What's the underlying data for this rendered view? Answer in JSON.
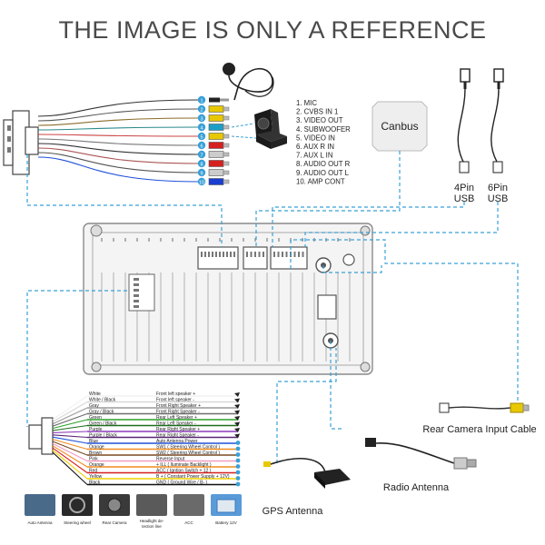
{
  "header": {
    "title": "THE IMAGE IS ONLY A REFERENCE"
  },
  "top_connectors": [
    {
      "num": "1",
      "label": "MIC",
      "color": "#222222"
    },
    {
      "num": "2",
      "label": "CVBS IN 1",
      "color": "#e8c800"
    },
    {
      "num": "3",
      "label": "VIDEO OUT",
      "color": "#e8c800"
    },
    {
      "num": "4",
      "label": "SUBWOOFER",
      "color": "#1aa0c8"
    },
    {
      "num": "5",
      "label": "VIDEO IN",
      "color": "#e8c800"
    },
    {
      "num": "6",
      "label": "AUX R IN",
      "color": "#d62020"
    },
    {
      "num": "7",
      "label": "AUX L IN",
      "color": "#cccccc"
    },
    {
      "num": "8",
      "label": "AUDIO OUT R",
      "color": "#d62020"
    },
    {
      "num": "9",
      "label": "AUDIO OUT L",
      "color": "#cccccc"
    },
    {
      "num": "10",
      "label": "AMP CONT",
      "color": "#1a3ed0"
    }
  ],
  "canbus": {
    "label": "Canbus"
  },
  "usb": [
    {
      "label": "4Pin\nUSB",
      "line1": "4Pin",
      "line2": "USB"
    },
    {
      "label": "6Pin\nUSB",
      "line1": "6Pin",
      "line2": "USB"
    }
  ],
  "harness": [
    {
      "color_name": "White",
      "function": "Front left speaker +",
      "color": "#f2f2f2"
    },
    {
      "color_name": "White / Black",
      "function": "Front left speaker -",
      "color": "#d8d8d8"
    },
    {
      "color_name": "Gray",
      "function": "Front Right Speaker +",
      "color": "#9a9a9a"
    },
    {
      "color_name": "Gray / Black",
      "function": "Front Right Speaker -",
      "color": "#6e6e6e"
    },
    {
      "color_name": "Green",
      "function": "Rear Left Speaker +",
      "color": "#2aa02a"
    },
    {
      "color_name": "Green / Black",
      "function": "Rear Left Speaker -",
      "color": "#1f6e1f"
    },
    {
      "color_name": "Purple",
      "function": "Rear Right Speaker +",
      "color": "#8a3ab8"
    },
    {
      "color_name": "Purple / Black",
      "function": "Rear Right Speaker -",
      "color": "#5a2478"
    },
    {
      "color_name": "Blue",
      "function": "Auto Antenna Power",
      "color": "#2050d8"
    },
    {
      "color_name": "Orange",
      "function": "SW1 ( Steering Wheel Control )",
      "color": "#f08c1e"
    },
    {
      "color_name": "Brown",
      "function": "SW2 ( Steering Wheel Control )",
      "color": "#7a4a22"
    },
    {
      "color_name": "Pink",
      "function": "Reverse Input",
      "color": "#f29cc0"
    },
    {
      "color_name": "Orange",
      "function": "+ ILL ( Iluminate Backlight )",
      "color": "#f08c1e"
    },
    {
      "color_name": "Red",
      "function": "ACC ( Igntion Switch + 12 )",
      "color": "#d62020"
    },
    {
      "color_name": "Yellow",
      "function": "B + ( Constant Power Supply + 12V)",
      "color": "#f0d000"
    },
    {
      "color_name": "Black",
      "function": "GND ( Ground Wire / B- )",
      "color": "#111111"
    }
  ],
  "bottom_icons": [
    {
      "label": "Auto Antenna"
    },
    {
      "label": "Steering wheel"
    },
    {
      "label": "Rear Camera"
    },
    {
      "label": "Headlight de-\ntection line",
      "line1": "Headlight de-",
      "line2": "tection line"
    },
    {
      "label": "ACC"
    },
    {
      "label": "Battery 12V"
    }
  ],
  "peripherals": {
    "rear_camera": "Rear Camera Input Cable",
    "gps": "GPS Antenna",
    "radio": "Radio Antenna"
  },
  "colors": {
    "dashed_line": "#3aa0d8",
    "badge": "#3aa0d8",
    "unit": "#8a8a8a"
  }
}
